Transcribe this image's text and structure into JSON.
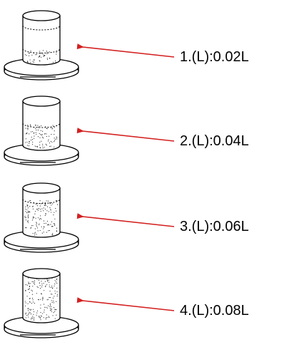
{
  "arrow_color": "#d42020",
  "line_color": "#000000",
  "containers": [
    {
      "label": "1.(L):0.02L",
      "fill_fraction": 0.25,
      "icon": "beaker-icon"
    },
    {
      "label": "2.(L):0.04L",
      "fill_fraction": 0.5,
      "icon": "beaker-icon"
    },
    {
      "label": "3.(L):0.06L",
      "fill_fraction": 0.75,
      "icon": "beaker-icon"
    },
    {
      "label": "4.(L):0.08L",
      "fill_fraction": 1.0,
      "icon": "beaker-icon"
    }
  ]
}
